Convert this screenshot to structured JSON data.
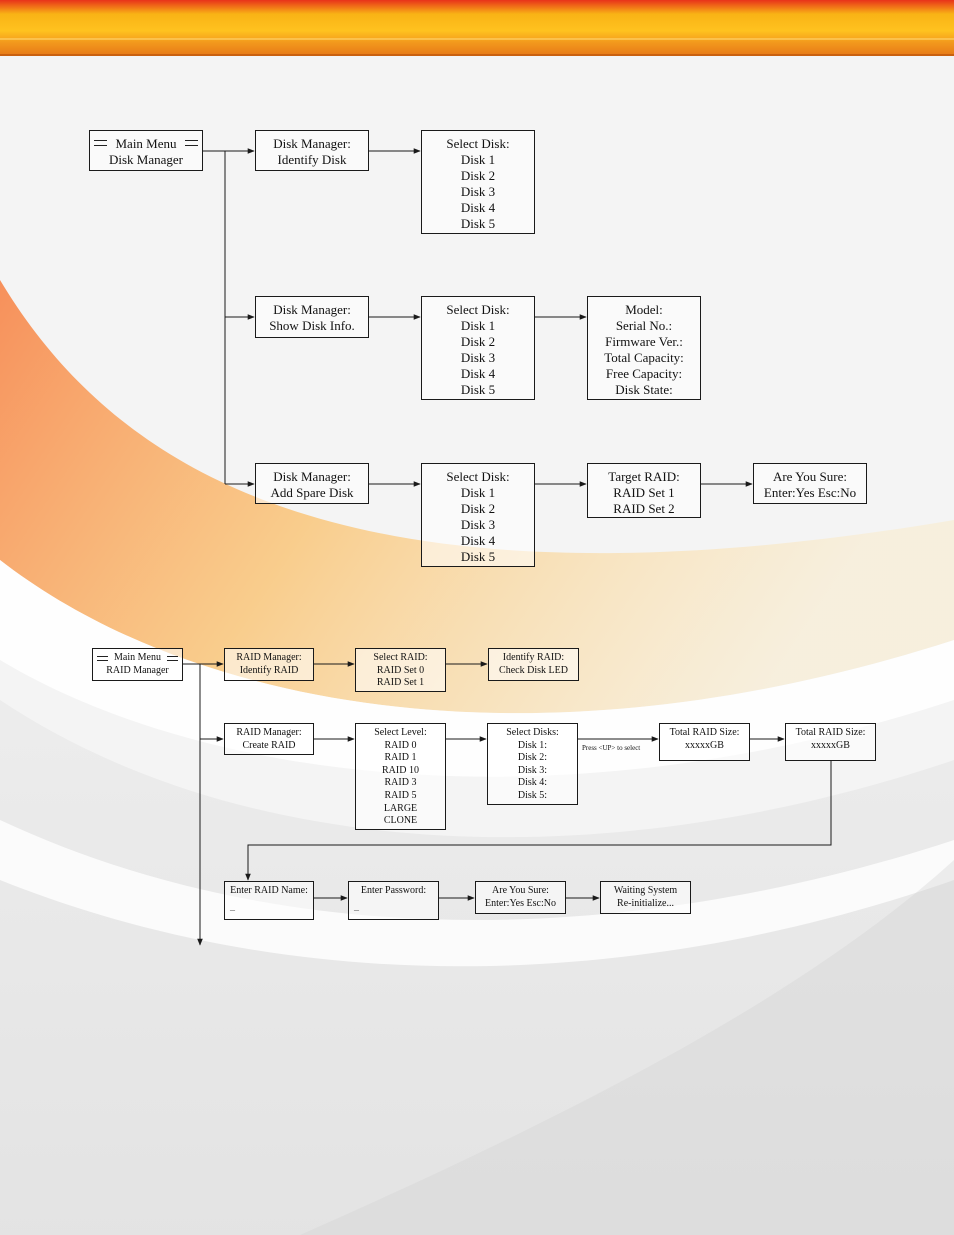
{
  "disk_manager": {
    "root": {
      "lines": [
        "Main Menu",
        "Disk Manager"
      ]
    },
    "identify_disk": {
      "lines": [
        "Disk Manager:",
        "Identify Disk"
      ]
    },
    "identify_select": {
      "lines": [
        "Select Disk:",
        "Disk 1",
        "Disk 2",
        "Disk 3",
        "Disk 4",
        "Disk 5"
      ]
    },
    "show_info": {
      "lines": [
        "Disk Manager:",
        "Show Disk Info."
      ]
    },
    "show_select": {
      "lines": [
        "Select Disk:",
        "Disk 1",
        "Disk 2",
        "Disk 3",
        "Disk 4",
        "Disk 5"
      ]
    },
    "disk_info": {
      "lines": [
        "Model:",
        "Serial No.:",
        "Firmware Ver.:",
        "Total Capacity:",
        "Free Capacity:",
        "Disk State:"
      ]
    },
    "add_spare": {
      "lines": [
        "Disk Manager:",
        "Add Spare Disk"
      ]
    },
    "spare_select": {
      "lines": [
        "Select Disk:",
        "Disk 1",
        "Disk 2",
        "Disk 3",
        "Disk 4",
        "Disk 5"
      ]
    },
    "target_raid": {
      "lines": [
        "Target RAID:",
        "RAID Set 1",
        "RAID Set 2"
      ]
    },
    "confirm": {
      "lines": [
        "Are You Sure:",
        "Enter:Yes Esc:No"
      ]
    }
  },
  "raid_manager": {
    "root": {
      "lines": [
        "Main Menu",
        "RAID Manager"
      ]
    },
    "identify_raid": {
      "lines": [
        "RAID Manager:",
        "Identify RAID"
      ]
    },
    "select_raid": {
      "lines": [
        "Select RAID:",
        "RAID Set 0",
        "RAID Set 1"
      ]
    },
    "identify_led": {
      "lines": [
        "Identify RAID:",
        "Check Disk LED"
      ]
    },
    "create_raid": {
      "lines": [
        "RAID Manager:",
        "Create RAID"
      ]
    },
    "select_level": {
      "lines": [
        "Select Level:",
        "RAID 0",
        "RAID 1",
        "RAID 10",
        "RAID 3",
        "RAID 5",
        "LARGE",
        "CLONE"
      ]
    },
    "select_disks": {
      "lines": [
        "Select Disks:",
        "Disk 1:",
        "Disk 2:",
        "Disk 3:",
        "Disk 4:",
        "Disk 5:"
      ]
    },
    "press_up_caption": "Press <UP> to select",
    "total_size_1": {
      "lines": [
        "Total RAID Size:",
        "xxxxxGB"
      ]
    },
    "total_size_2": {
      "lines": [
        "Total RAID Size:",
        "xxxxxGB"
      ]
    },
    "enter_name": {
      "lines": [
        "Enter RAID Name:"
      ],
      "cursor": "_"
    },
    "enter_password": {
      "lines": [
        "Enter Password:"
      ],
      "cursor": "_"
    },
    "confirm": {
      "lines": [
        "Are You Sure:",
        "Enter:Yes Esc:No"
      ]
    },
    "waiting": {
      "lines": [
        "Waiting System",
        "Re-initialize..."
      ]
    }
  },
  "colors": {
    "header_orange": "#f7a21b",
    "header_red": "#e8421a",
    "swoosh_orange": "#f9a44a",
    "stroke": "#1a1a1a"
  }
}
